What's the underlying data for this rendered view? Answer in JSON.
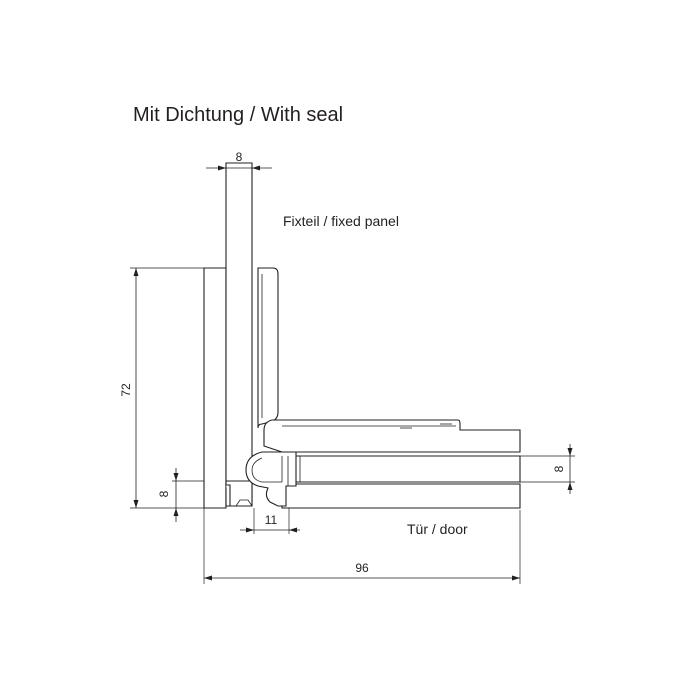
{
  "title": "Mit Dichtung / With seal",
  "labels": {
    "fixed_panel": "Fixteil / fixed panel",
    "door": "Tür / door"
  },
  "dimensions": {
    "fixed_glass_thickness": "8",
    "height": "72",
    "bottom_offset": "8",
    "door_gap": "11",
    "door_glass_thickness": "8",
    "total_width": "96"
  },
  "colors": {
    "line": "#231f20",
    "background": "#ffffff"
  }
}
